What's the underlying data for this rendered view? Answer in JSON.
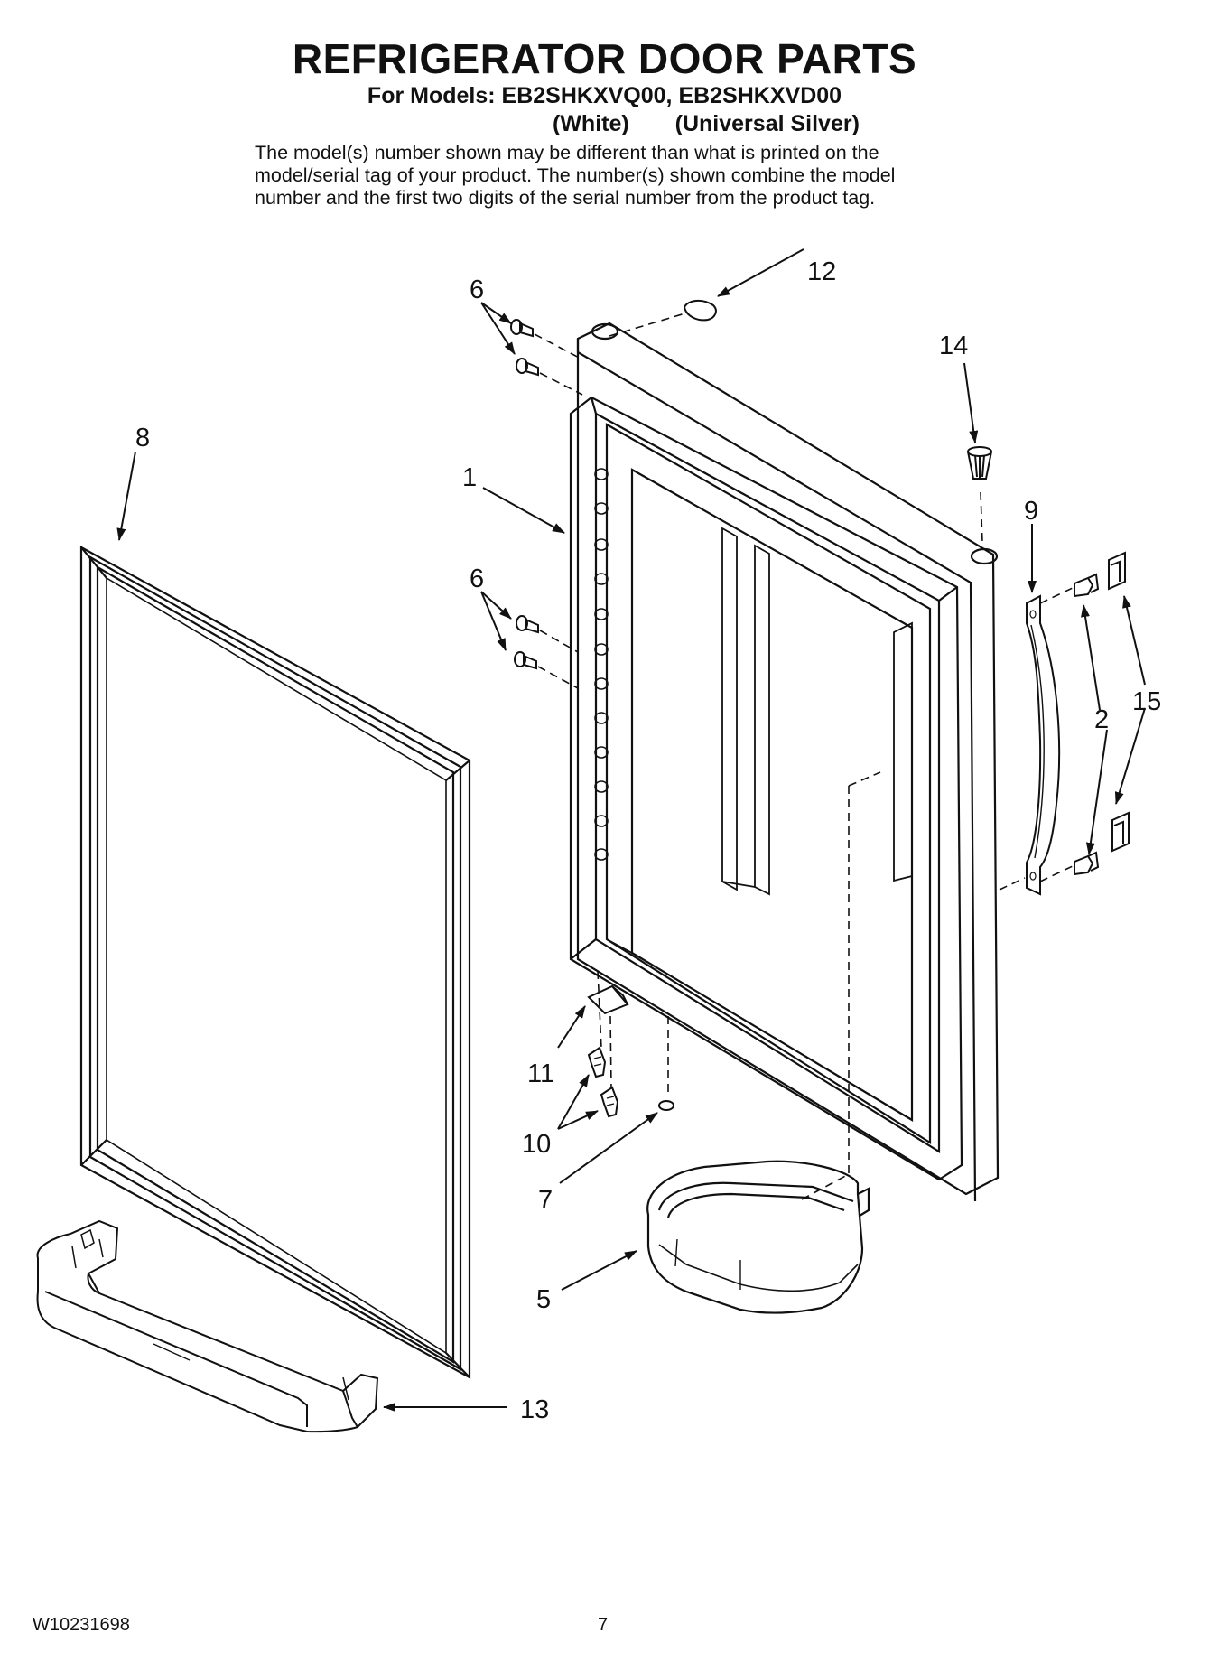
{
  "header": {
    "title": "REFRIGERATOR DOOR PARTS",
    "models_line": "For Models: EB2SHKXVQ00, EB2SHKXVD00",
    "variants": [
      "(White)",
      "(Universal Silver)"
    ],
    "note_lines": [
      "The model(s) number shown may be different than what is printed on the",
      "model/serial tag of your product. The number(s) shown combine the model",
      "number and the first two digits of the serial number from the product tag."
    ]
  },
  "callouts": {
    "door_outer_panel": "1",
    "handle_screw": "2",
    "crisper_bin": "5",
    "hinge_screw_top": "6",
    "hinge_screw_mid": "6",
    "plug_bottom": "7",
    "door_gasket": "8",
    "door_handle": "9",
    "bottom_screw": "10",
    "bottom_hinge_bracket": "11",
    "top_cap": "12",
    "door_shelf_bar": "13",
    "hinge_bushing": "14",
    "handle_end_cap": "15"
  },
  "footer": {
    "doc_code": "W10231698",
    "page_number": "7"
  }
}
